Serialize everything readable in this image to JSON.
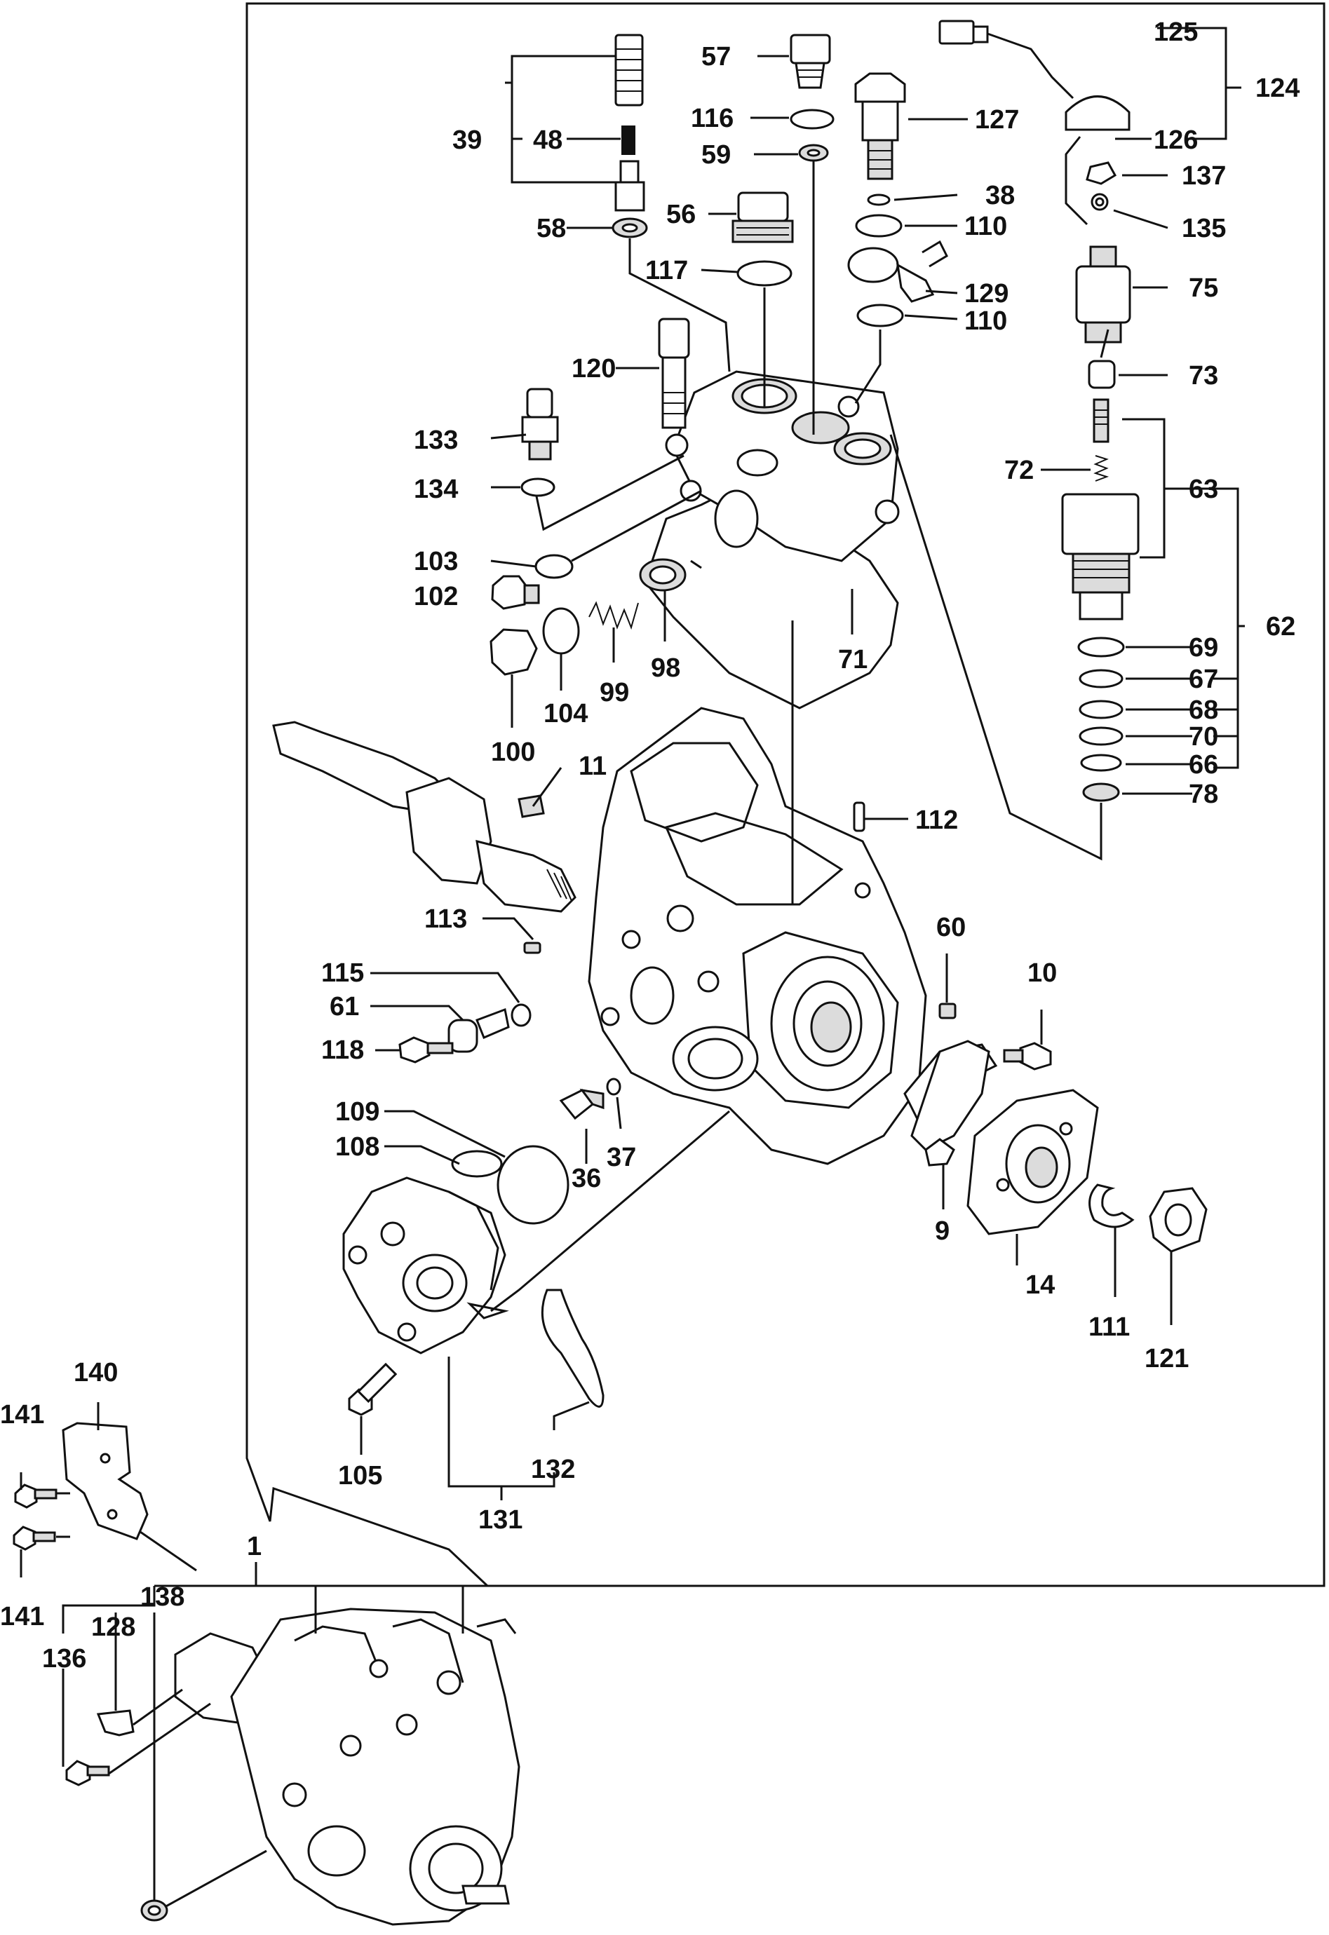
{
  "labels": {
    "l125": "125",
    "l124": "124",
    "l126": "126",
    "l137": "137",
    "l135": "135",
    "l75": "75",
    "l73": "73",
    "l72": "72",
    "l63": "63",
    "l62": "62",
    "l69": "69",
    "l67": "67",
    "l68": "68",
    "l70": "70",
    "l66": "66",
    "l78": "78",
    "l57": "57",
    "l116": "116",
    "l59": "59",
    "l127": "127",
    "l38": "38",
    "l110a": "110",
    "l129": "129",
    "l110b": "110",
    "l56": "56",
    "l117": "117",
    "l39": "39",
    "l48": "48",
    "l58": "58",
    "l120": "120",
    "l133": "133",
    "l134": "134",
    "l103": "103",
    "l102": "102",
    "l100": "100",
    "l104": "104",
    "l99": "99",
    "l98": "98",
    "l71": "71",
    "l11": "11",
    "l112": "112",
    "l113": "113",
    "l60": "60",
    "l10": "10",
    "l115": "115",
    "l61": "61",
    "l118": "118",
    "l109": "109",
    "l108": "108",
    "l36": "36",
    "l37": "37",
    "l9": "9",
    "l14": "14",
    "l111": "111",
    "l121": "121",
    "l105": "105",
    "l132": "132",
    "l131": "131",
    "l140": "140",
    "l141a": "141",
    "l141b": "141",
    "l1": "1",
    "l138": "138",
    "l128": "128",
    "l136": "136"
  }
}
